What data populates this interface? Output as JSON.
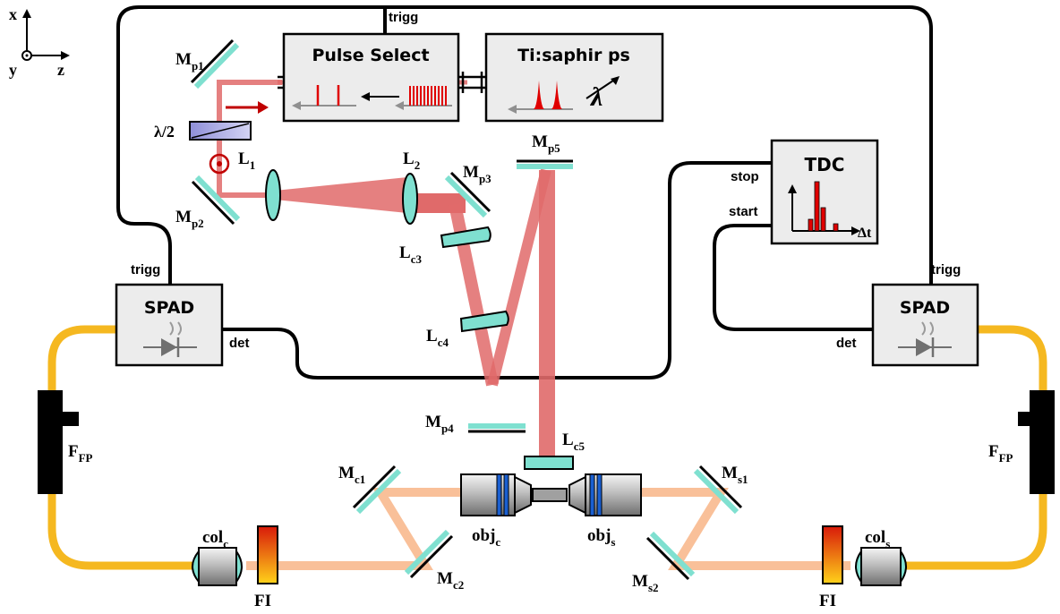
{
  "colors": {
    "cable": "#000000",
    "fiber": "#f5b820",
    "pump_beam": "#e06a6a",
    "signal_beam": "#f9c099",
    "optic": "#7fe0d0",
    "box_fill": "#ececec",
    "waveplate": "#a9a9e6",
    "filter_top": "#d81a0a",
    "filter_bottom": "#ffd21a",
    "pulse": "#e00000"
  },
  "axes": {
    "x": "x",
    "y": "y",
    "z": "z"
  },
  "boxes": {
    "pulse_select": "Pulse Select",
    "laser": "Ti:saphir ps",
    "tdc": "TDC",
    "spad_left": "SPAD",
    "spad_right": "SPAD"
  },
  "labels": {
    "trigg_top": "trigg",
    "trigg_left": "trigg",
    "trigg_right": "trigg",
    "stop": "stop",
    "start": "start",
    "det_left": "det",
    "det_right": "det",
    "delta_t": "Δt",
    "lambda_half": "λ/2",
    "lambda_tune": "λ"
  },
  "components": [
    {
      "id": "Mp1",
      "base": "M",
      "sub": "p1"
    },
    {
      "id": "Mp2",
      "base": "M",
      "sub": "p2"
    },
    {
      "id": "Mp3",
      "base": "M",
      "sub": "p3"
    },
    {
      "id": "Mp4",
      "base": "M",
      "sub": "p4"
    },
    {
      "id": "Mp5",
      "base": "M",
      "sub": "p5"
    },
    {
      "id": "L1",
      "base": "L",
      "sub": "1"
    },
    {
      "id": "L2",
      "base": "L",
      "sub": "2"
    },
    {
      "id": "Lc3",
      "base": "L",
      "sub": "c3"
    },
    {
      "id": "Lc4",
      "base": "L",
      "sub": "c4"
    },
    {
      "id": "Lc5",
      "base": "L",
      "sub": "c5"
    },
    {
      "id": "Mc1",
      "base": "M",
      "sub": "c1"
    },
    {
      "id": "Mc2",
      "base": "M",
      "sub": "c2"
    },
    {
      "id": "Ms1",
      "base": "M",
      "sub": "s1"
    },
    {
      "id": "Ms2",
      "base": "M",
      "sub": "s2"
    },
    {
      "id": "objc",
      "base": "obj",
      "sub": "c"
    },
    {
      "id": "objs",
      "base": "obj",
      "sub": "s"
    },
    {
      "id": "colc",
      "base": "col",
      "sub": "c"
    },
    {
      "id": "cols",
      "base": "col",
      "sub": "s"
    },
    {
      "id": "FFP_left",
      "base": "F",
      "sub": "FP"
    },
    {
      "id": "FFP_right",
      "base": "F",
      "sub": "FP"
    },
    {
      "id": "FI_left",
      "base": "FI",
      "sub": ""
    },
    {
      "id": "FI_right",
      "base": "FI",
      "sub": ""
    }
  ]
}
